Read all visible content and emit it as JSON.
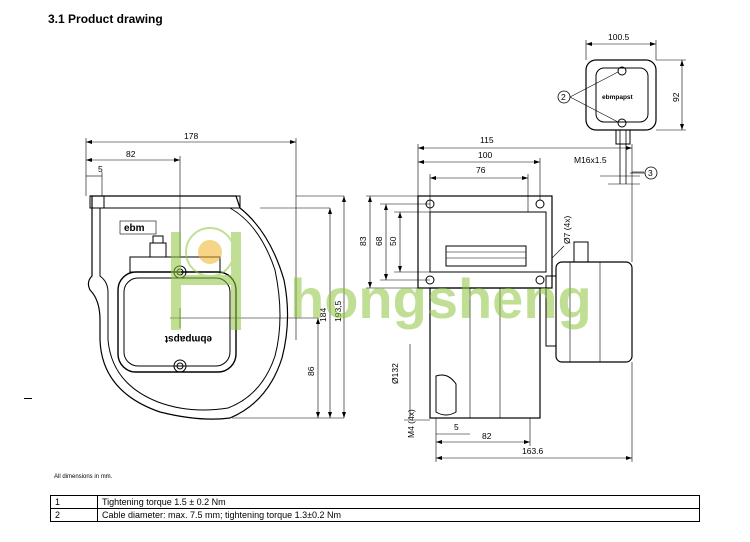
{
  "heading": "3.1 Product drawing",
  "dimensions": {
    "left_width_total": "178",
    "left_width_82": "82",
    "left_width_5": "5",
    "left_height_184": "184",
    "left_height_193_5": "193,5",
    "left_height_86": "86",
    "mid_width_115": "115",
    "mid_width_100": "100",
    "mid_width_76": "76",
    "mid_height_83": "83",
    "mid_height_68": "68",
    "mid_height_50": "50",
    "mid_dia_7": "Ø7 (4x)",
    "mid_dia_132": "Ø132",
    "mid_m4": "M4 (4x)",
    "mid_width_5": "5",
    "mid_width_82": "82",
    "mid_width_163_6": "163.6",
    "top_width_100_5": "100.5",
    "top_height_92": "92",
    "top_thread": "M16x1.5",
    "callout_2": "2",
    "callout_3": "3"
  },
  "branding": {
    "ebm_label": "ebm",
    "papst_label": "ebmpapst",
    "watermark": "hongsheng"
  },
  "note": "All dimensions in mm.",
  "legend": [
    {
      "num": "1",
      "text": "Tightening torque 1.5 ± 0.2 Nm"
    },
    {
      "num": "2",
      "text": "Cable diameter: max. 7.5 mm; tightening torque 1.3±0.2 Nm"
    }
  ]
}
